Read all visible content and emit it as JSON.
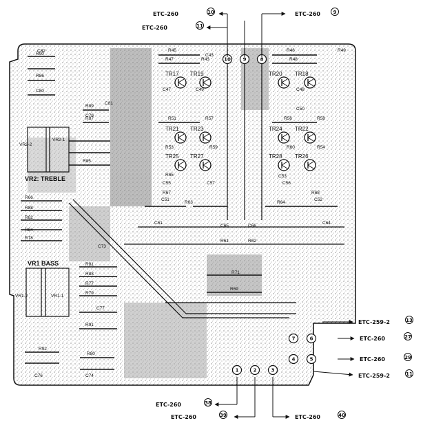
{
  "external_connections": [
    {
      "id": "c10",
      "label": "ETC-260",
      "pin": "10"
    },
    {
      "id": "c9",
      "label": "ETC-260",
      "pin": "9"
    },
    {
      "id": "c11",
      "label": "ETC-260",
      "pin": "11"
    },
    {
      "id": "c13",
      "label": "ETC-259-2",
      "pin": "13"
    },
    {
      "id": "c27",
      "label": "ETC-260",
      "pin": "27"
    },
    {
      "id": "c29",
      "label": "ETC-260",
      "pin": "29"
    },
    {
      "id": "c11b",
      "label": "ETC-259-2",
      "pin": "11"
    },
    {
      "id": "c38",
      "label": "ETC-260",
      "pin": "38"
    },
    {
      "id": "c39",
      "label": "ETC-260",
      "pin": "39"
    },
    {
      "id": "c40",
      "label": "ETC-260",
      "pin": "40"
    }
  ],
  "board_pins": [
    "10",
    "9",
    "8",
    "7",
    "6",
    "4",
    "5",
    "1",
    "2",
    "3"
  ],
  "transistors": [
    "TR17",
    "TR19",
    "TR20",
    "TR18",
    "TR21",
    "TR23",
    "TR24",
    "TR22",
    "TR25",
    "TR27",
    "TR28",
    "TR26"
  ],
  "controls": {
    "treble": "VR2: TREBLE",
    "bass": "VR1 BASS",
    "vr2_1": "VR2-1",
    "vr2_2": "VR2-2",
    "vr1_1": "VR1-1",
    "vr1_2": "VR1-2"
  },
  "resistors": [
    "R45",
    "R47",
    "R43",
    "R46",
    "R48",
    "R49",
    "R90",
    "R86",
    "R89",
    "R87",
    "R85",
    "R66",
    "R88",
    "R82",
    "R78",
    "R84",
    "R81",
    "R83",
    "R77",
    "R79",
    "R91",
    "R92",
    "R80",
    "R51",
    "R57",
    "R56",
    "R58",
    "R53",
    "R59",
    "R60",
    "R54",
    "R65",
    "R63",
    "R64",
    "R61",
    "R62",
    "R71",
    "R69",
    "R67",
    "R68"
  ],
  "capacitors": [
    "C82",
    "C80",
    "C81",
    "C79",
    "C43",
    "C47",
    "C49",
    "C48",
    "C50",
    "C55",
    "C57",
    "C56",
    "C51",
    "C52",
    "C53",
    "C61",
    "C65",
    "C66",
    "C64",
    "C73",
    "C77",
    "C76",
    "C74"
  ]
}
